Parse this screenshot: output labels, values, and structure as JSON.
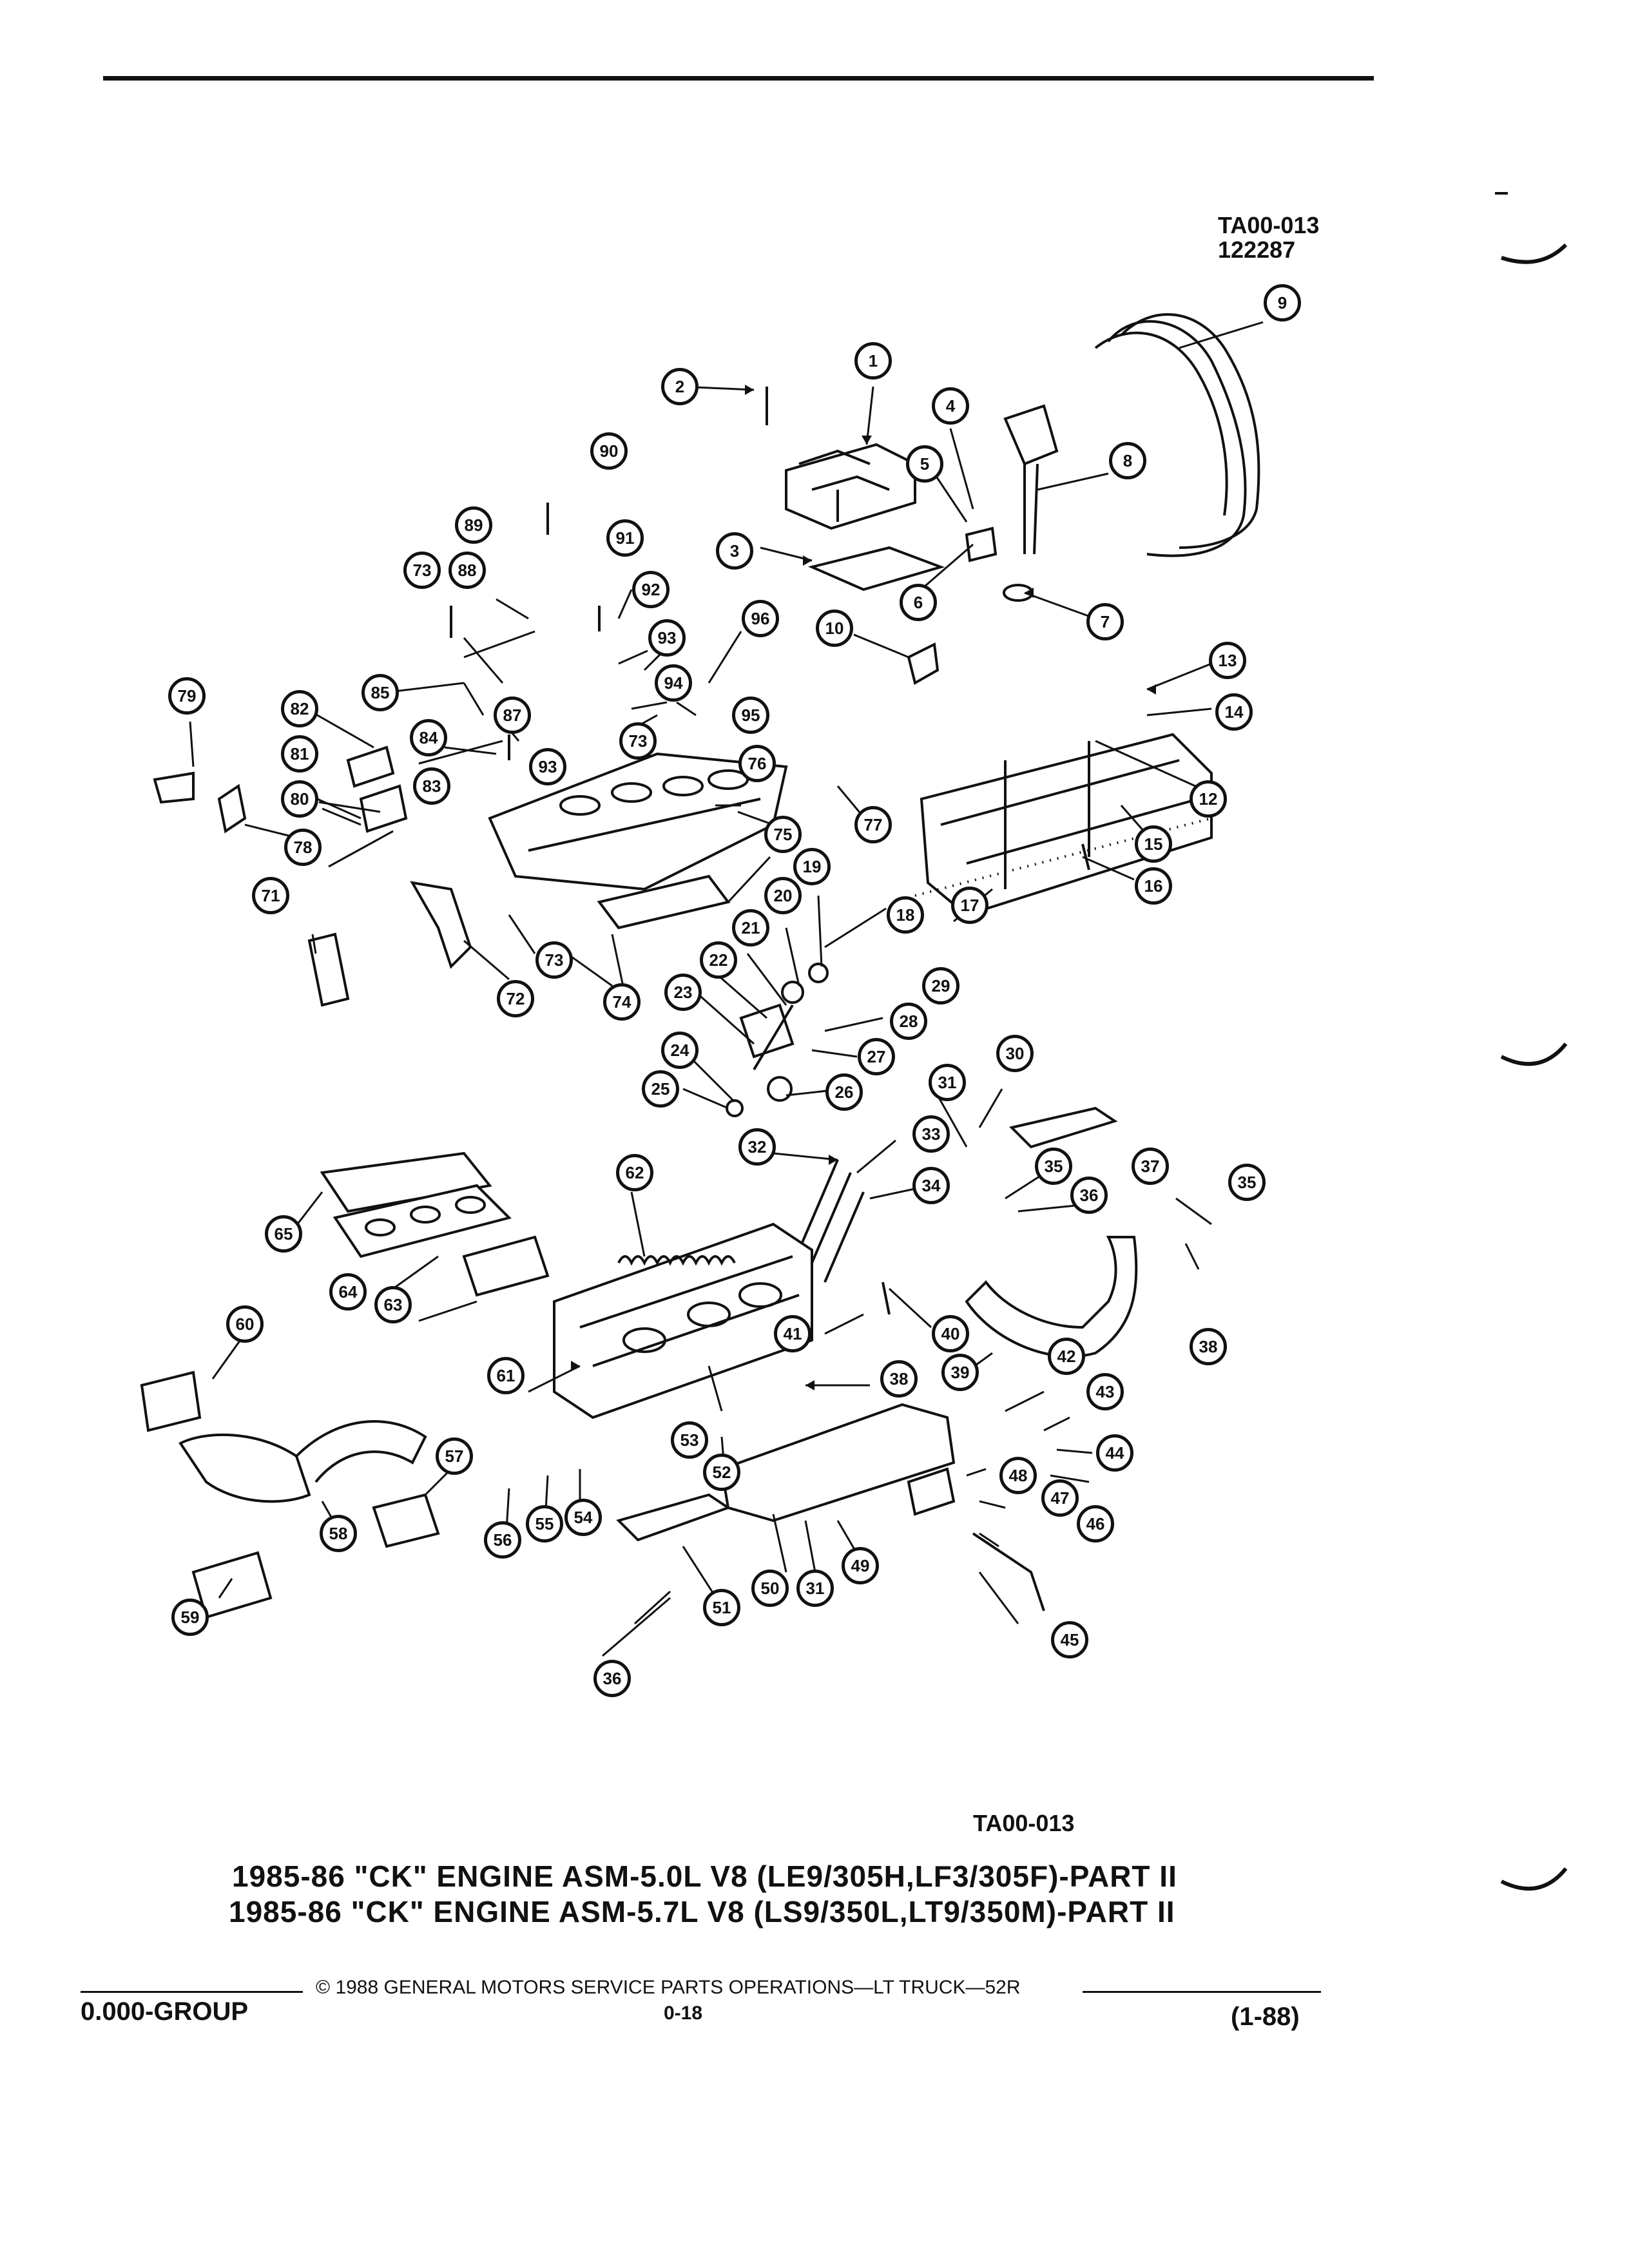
{
  "header": {
    "ref_code": "TA00-013",
    "date_code": "122287"
  },
  "diagram": {
    "ref_code": "TA00-013",
    "callouts": [
      "1",
      "2",
      "3",
      "4",
      "5",
      "6",
      "7",
      "8",
      "9",
      "10",
      "12",
      "13",
      "14",
      "15",
      "16",
      "17",
      "18",
      "19",
      "20",
      "21",
      "22",
      "23",
      "24",
      "25",
      "26",
      "27",
      "28",
      "29",
      "30",
      "31",
      "32",
      "33",
      "34",
      "35",
      "36",
      "37",
      "38",
      "39",
      "40",
      "41",
      "42",
      "43",
      "44",
      "45",
      "46",
      "47",
      "48",
      "49",
      "50",
      "51",
      "52",
      "53",
      "54",
      "55",
      "56",
      "57",
      "58",
      "59",
      "60",
      "61",
      "62",
      "63",
      "64",
      "65",
      "71",
      "72",
      "73",
      "74",
      "75",
      "76",
      "77",
      "78",
      "79",
      "80",
      "81",
      "82",
      "83",
      "84",
      "85",
      "87",
      "88",
      "89",
      "90",
      "91",
      "92",
      "93",
      "94",
      "95",
      "96"
    ]
  },
  "title": {
    "line1": "1985-86 \"CK\" ENGINE ASM-5.0L V8 (LE9/305H,LF3/305F)-PART II",
    "line2": "1985-86 \"CK\" ENGINE ASM-5.7L V8 (LS9/350L,LT9/350M)-PART II"
  },
  "footer": {
    "copyright": "© 1988 GENERAL MOTORS SERVICE PARTS OPERATIONS—LT TRUCK—52R",
    "group": "0.000-GROUP",
    "page_number": "0-18",
    "revision": "(1-88)"
  }
}
